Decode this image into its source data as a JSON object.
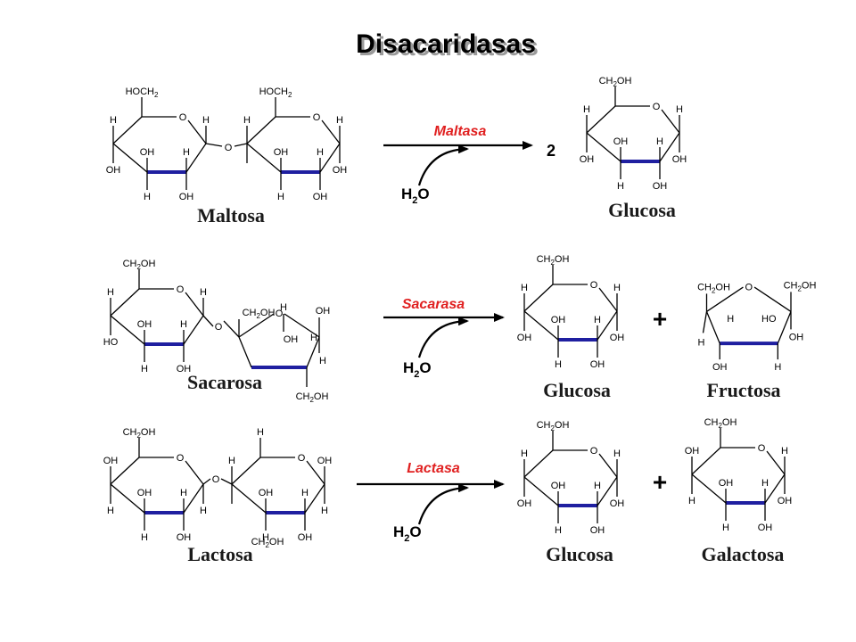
{
  "title": "Disacaridasas",
  "colors": {
    "enzyme": "#e02020",
    "bold_bond": "#1f1fa0",
    "title_shadow": "#9a9a9a"
  },
  "atoms": {
    "hoch2": "HOCH2",
    "ch2oh": "CH2OH",
    "o": "O",
    "h": "H",
    "oh": "OH",
    "ho": "HO"
  },
  "reactions": [
    {
      "enzyme": "Maltasa",
      "water": {
        "h": "H",
        "sub": "2",
        "o": "O"
      },
      "substrate": "Maltosa",
      "coefficient": "2",
      "products": [
        "Glucosa"
      ]
    },
    {
      "enzyme": "Sacarasa",
      "water": {
        "h": "H",
        "sub": "2",
        "o": "O"
      },
      "substrate": "Sacarosa",
      "plus": "+",
      "products": [
        "Glucosa",
        "Fructosa"
      ]
    },
    {
      "enzyme": "Lactasa",
      "water": {
        "h": "H",
        "sub": "2",
        "o": "O"
      },
      "substrate": "Lactosa",
      "plus": "+",
      "products": [
        "Glucosa",
        "Galactosa"
      ]
    }
  ]
}
